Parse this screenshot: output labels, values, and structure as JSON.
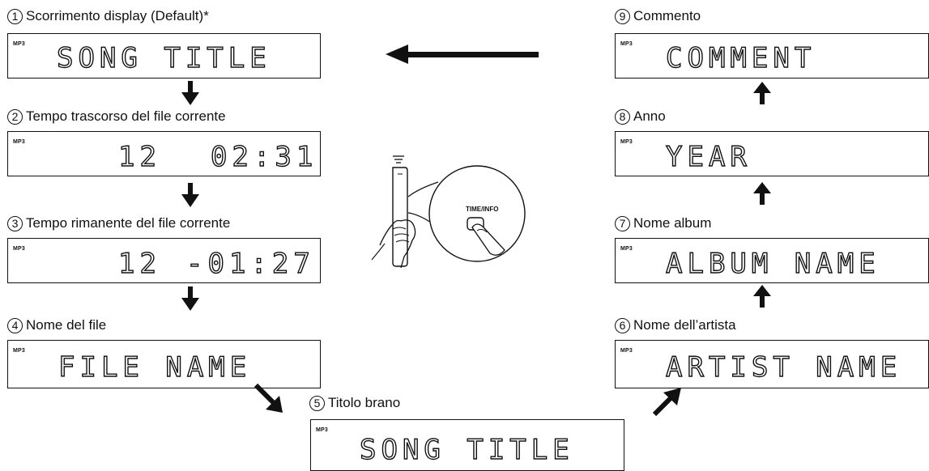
{
  "steps": [
    {
      "num": "1",
      "caption": "Scorrimento display (Default)*",
      "badge": "MP3",
      "display": "SONG TITLE"
    },
    {
      "num": "2",
      "caption": "Tempo trascorso del file corrente",
      "badge": "MP3",
      "display_track": "12",
      "display_time": "02:31"
    },
    {
      "num": "3",
      "caption": "Tempo rimanente del file corrente",
      "badge": "MP3",
      "display_track": "12",
      "display_time": "-01:27"
    },
    {
      "num": "4",
      "caption": "Nome del file",
      "badge": "MP3",
      "display": "FILE NAME"
    },
    {
      "num": "5",
      "caption": "Titolo brano",
      "badge": "MP3",
      "display": "SONG TITLE"
    },
    {
      "num": "6",
      "caption": "Nome dell’artista",
      "badge": "MP3",
      "display": "ARTIST NAME"
    },
    {
      "num": "7",
      "caption": "Nome album",
      "badge": "MP3",
      "display": "ALBUM NAME"
    },
    {
      "num": "8",
      "caption": "Anno",
      "badge": "MP3",
      "display": "YEAR"
    },
    {
      "num": "9",
      "caption": "Commento",
      "badge": "MP3",
      "display": "COMMENT"
    }
  ],
  "remote": {
    "button_label": "TIME/INFO"
  }
}
